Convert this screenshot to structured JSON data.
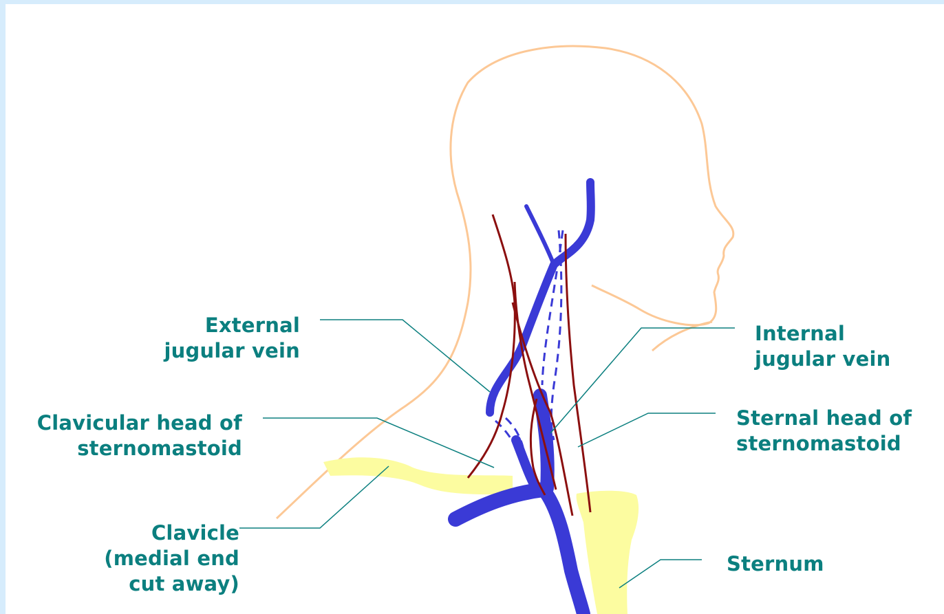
{
  "labels": {
    "external_jugular_vein": [
      "External",
      "jugular vein"
    ],
    "internal_jugular_vein": [
      "Internal",
      "jugular vein"
    ],
    "clavicular_head": [
      "Clavicular head of",
      "sternomastoid"
    ],
    "sternal_head": [
      "Sternal head of",
      "sternomastoid"
    ],
    "clavicle": [
      "Clavicle",
      "(medial end",
      "cut away)"
    ],
    "sternum": [
      "Sternum"
    ]
  },
  "colors": {
    "background_border": "#d6ecfc",
    "label_text": "#0b7f7f",
    "leader_line": "#0b7f7f",
    "head_outline": "#fcc896",
    "bone": "#fcfca0",
    "vein": "#3a3ad6",
    "muscle": "#8b0f0f"
  }
}
